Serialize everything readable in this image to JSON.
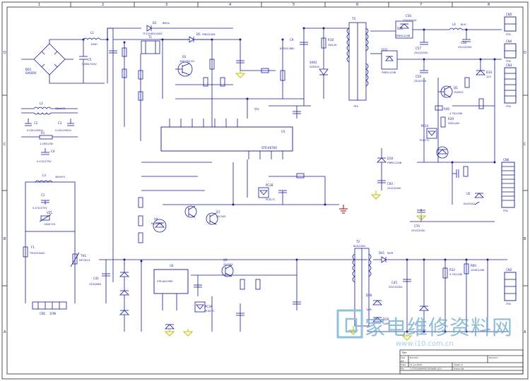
{
  "border": {
    "rows": [
      "D",
      "C",
      "B",
      "A"
    ],
    "cols": [
      "1",
      "2",
      "3",
      "4",
      "5",
      "6",
      "7",
      "8"
    ]
  },
  "labels": {
    "bd1": "BD1",
    "bd1_val": "6A600V",
    "l1": "L1",
    "l1_val": "10NH",
    "c5": "C5",
    "c5_val": "0.68U/310V",
    "l2": "L2",
    "l2_val": "38mH*2",
    "c2": "C2",
    "c2_val": "0.001U/500V",
    "c3": "C3",
    "c3_val": "0.001U/500V",
    "r1": "R1",
    "r1_val": "1.2M/1/2W",
    "c4": "C4",
    "c4_val": "0.47U/275V",
    "l3": "L3",
    "l3_val": "38mH*1",
    "c1": "C1",
    "c1_val": "0.47U/275V",
    "vz1": "VZ1",
    "vz1_val": "14D471K",
    "f1": "F1",
    "f1_val": "T5H/250VAC",
    "th1": "TH1",
    "th1_val": "NTC5D-9",
    "cn1": "CN1",
    "cn1_pins": "1FIN",
    "d1": "D1",
    "d1_val": "BM2A",
    "t1": "T1",
    "t1_val": "TF120405/2000",
    "d5": "D5",
    "d5_val": "FMEA1506",
    "t3": "T3",
    "t3_val": "TR5",
    "q1": "Q1",
    "q1_val": "2SK2761/01",
    "ic1": "U1",
    "ic1_val": "STR-X6769",
    "ic2": "U2",
    "ic2_val": "STR-A6159M",
    "t2": "T2",
    "t2_val": "BCK-2260",
    "r18": "R18",
    "r18_val": "3W12K",
    "c9": "C9",
    "c9_val": "630V/0.68U",
    "ssr1": "SAR1",
    "ssr1_val": "SAR300",
    "d31": "D31",
    "d31_val": "FMEN-220B",
    "c56": "C56",
    "c56_val": "25V/1000U",
    "d32": "D32",
    "d32_val": "FMEN-220B",
    "c57": "C57",
    "c57_val": "25V/1000U",
    "l4": "L4",
    "l4_val": "BUH",
    "c58": "C58",
    "c58_val": "25V/1000U",
    "c59": "C59",
    "c59_val": "25V/470U",
    "d16": "D16",
    "d16_val": "FMEN-220B",
    "d21": "D21",
    "d21_val": "FMEN-220B",
    "pc1": "PC1A",
    "pc1_val": "PC817C",
    "pc2": "PC2B",
    "pc2_val": "PC817C",
    "pc3": "PC3A",
    "pc3_val": "PC817C",
    "q5": "Q5",
    "q5_val": "2SA933",
    "q7": "Q7",
    "q7_val": "2SC945",
    "q9": "Q9",
    "q9_val": "2SC945",
    "u5": "U5",
    "u5_val": "KA431AZ",
    "u4": "U4",
    "u4_val": "KA431AZ",
    "c70": "C70",
    "c70_val": "25V/2200U",
    "c60": "C60",
    "c60_val": "25V/1000U",
    "d33": "D33",
    "d33_val": "12V",
    "d41": "D41",
    "d41_val": "MUR",
    "c41": "C41",
    "c41_val": "250V/68U",
    "c45": "C45",
    "c45_val": "50V/1000U",
    "r40": "R40",
    "r40_val": "4.7K/1/4W",
    "r39": "R39",
    "r39_val": "20K1/4W",
    "r32": "R32",
    "r32_val": "4.7K/1/4W",
    "r60": "R60",
    "r60_val": "100K/1/4W",
    "d28": "D28",
    "d28_val": "1AM",
    "d29": "D29",
    "d29_val": "1AM",
    "vcc": "Vcc"
  },
  "connectors": [
    {
      "id": "CN5",
      "pins": 2,
      "label": "FFN"
    },
    {
      "id": "CN4",
      "pins": 2,
      "label": "FFN"
    },
    {
      "id": "CN3",
      "pins": 6,
      "label": "FFN"
    },
    {
      "id": "CN6",
      "pins": 10,
      "label": "FFN"
    },
    {
      "id": "CN2",
      "pins": 2,
      "label": "FFN"
    }
  ],
  "title_block": {
    "title_label": "Title",
    "size_label": "Size",
    "number_label": "Number",
    "revision_label": "Revision",
    "size_value": "A4",
    "date_label": "Date",
    "date_value": "11-Jul-2007",
    "file_label": "File",
    "file_value": "C:\\TVSCHEMATIC\\POWER.SCH",
    "sheet_label": "Sheet of",
    "drawn_label": "Drawn By"
  },
  "watermark": {
    "text": "家电维修资料网",
    "url": "www.i10.com.cn"
  },
  "colors": {
    "wire": "#1a1a9a",
    "frame": "#2a2a2a",
    "ground": "#c0c000",
    "ground_red": "#b00000",
    "watermark": "#6aa8cc"
  }
}
